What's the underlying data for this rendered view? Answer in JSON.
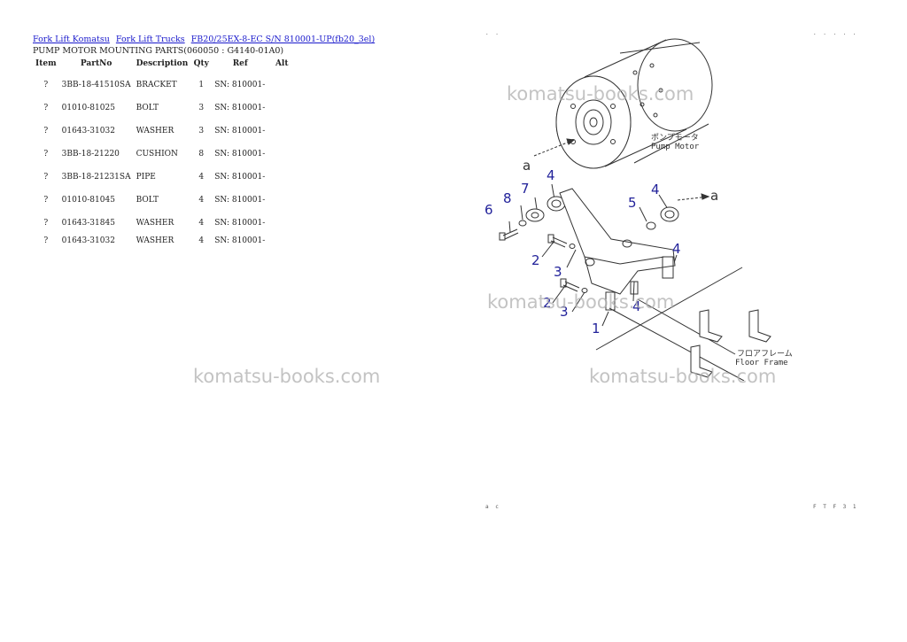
{
  "breadcrumb": [
    {
      "label": "Fork Lift Komatsu"
    },
    {
      "label": "Fork Lift Trucks"
    },
    {
      "label": "FB20/25EX-8-EC S/N 810001-UP(fb20_3el)"
    }
  ],
  "page_title": "PUMP MOTOR MOUNTING PARTS(060050 : G4140-01A0)",
  "table": {
    "headers": [
      "Item",
      "PartNo",
      "Description",
      "Qty",
      "Ref",
      "Alt"
    ],
    "rows": [
      {
        "item": "?",
        "part_no": "3BB-18-41510SA",
        "description": "BRACKET",
        "qty": "1",
        "ref": "SN: 810001-",
        "alt": ""
      },
      {
        "item": "?",
        "part_no": "01010-81025",
        "description": "BOLT",
        "qty": "3",
        "ref": "SN: 810001-",
        "alt": ""
      },
      {
        "item": "?",
        "part_no": "01643-31032",
        "description": "WASHER",
        "qty": "3",
        "ref": "SN: 810001-",
        "alt": ""
      },
      {
        "item": "?",
        "part_no": "3BB-18-21220",
        "description": "CUSHION",
        "qty": "8",
        "ref": "SN: 810001-",
        "alt": ""
      },
      {
        "item": "?",
        "part_no": "3BB-18-21231SA",
        "description": "PIPE",
        "qty": "4",
        "ref": "SN: 810001-",
        "alt": ""
      },
      {
        "item": "?",
        "part_no": "01010-81045",
        "description": "BOLT",
        "qty": "4",
        "ref": "SN: 810001-",
        "alt": ""
      },
      {
        "item": "?",
        "part_no": "01643-31845",
        "description": "WASHER",
        "qty": "4",
        "ref": "SN: 810001-",
        "alt": ""
      },
      {
        "item": "?",
        "part_no": "01643-31032",
        "description": "WASHER",
        "qty": "4",
        "ref": "SN: 810001-",
        "alt": ""
      }
    ]
  },
  "watermark": "komatsu-books.com",
  "diagram": {
    "pump_motor_jp": "ポンプモータ",
    "pump_motor_en": "Pump Motor",
    "floor_frame_jp": "フロアフレーム",
    "floor_frame_en": "Floor Frame",
    "view_a": "a",
    "callouts": [
      "1",
      "2",
      "3",
      "4",
      "5",
      "6",
      "7",
      "8"
    ]
  },
  "page_marks": {
    "top_left": ". .",
    "top_right": ". . . . .",
    "bottom_left": "a c",
    "bottom_right": "F T F 3 1"
  }
}
